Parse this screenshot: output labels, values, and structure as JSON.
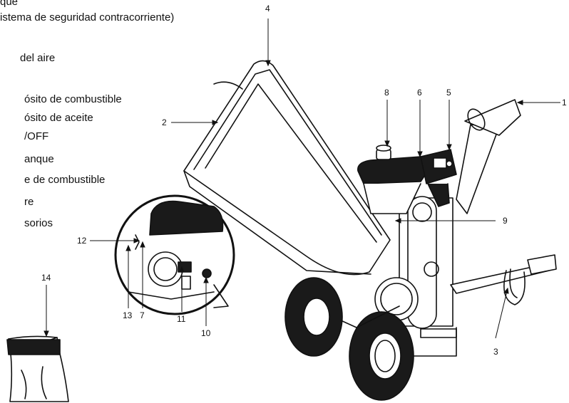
{
  "legend": [
    "que",
    "istema de seguridad contracorriente)",
    "del aire",
    "ósito de combustible",
    "ósito de aceite",
    "/OFF",
    "anque",
    "e de combustible",
    "re",
    "sorios"
  ],
  "callouts": {
    "n1": "1",
    "n2": "2",
    "n3": "3",
    "n4": "4",
    "n5": "5",
    "n6": "6",
    "n7": "7",
    "n8": "8",
    "n9": "9",
    "n10": "10",
    "n11": "11",
    "n12": "12",
    "n13": "13",
    "n14": "14"
  }
}
